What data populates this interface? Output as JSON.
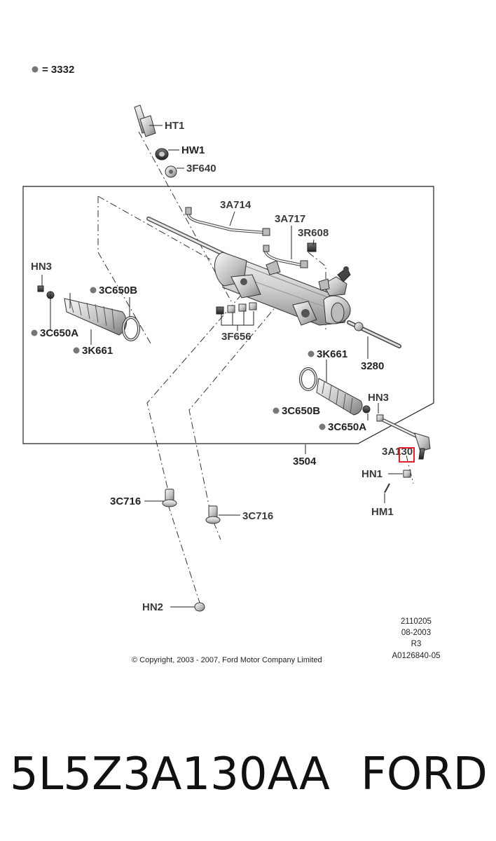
{
  "legend": {
    "symbol_color": "#777777",
    "text": "= 3332"
  },
  "callouts": {
    "ht1": "HT1",
    "hw1": "HW1",
    "f640": "3F640",
    "a714": "3A714",
    "a717": "3A717",
    "r608": "3R608",
    "hn3_left": "HN3",
    "c650b_left": "3C650B",
    "c650a_left": "3C650A",
    "k661_left": "3K661",
    "f656": "3F656",
    "k661_right": "3K661",
    "r3280": "3280",
    "c650b_right": "3C650B",
    "hn3_right": "HN3",
    "c650a_right": "3C650A",
    "a130": "3A130",
    "r3504": "3504",
    "hn1": "HN1",
    "hm1": "HM1",
    "c716_left": "3C716",
    "c716_right": "3C716",
    "hn2": "HN2"
  },
  "drawing_info": {
    "line1": "2110205",
    "line2": "08-2003",
    "line3": "R3",
    "line4": "A0126840-05"
  },
  "copyright": "© Copyright, 2003 - 2007, Ford Motor Company Limited",
  "highlight_color": "#e0202a",
  "footer": {
    "part_number": "5L5Z3A130AA",
    "brand": "FORD"
  }
}
